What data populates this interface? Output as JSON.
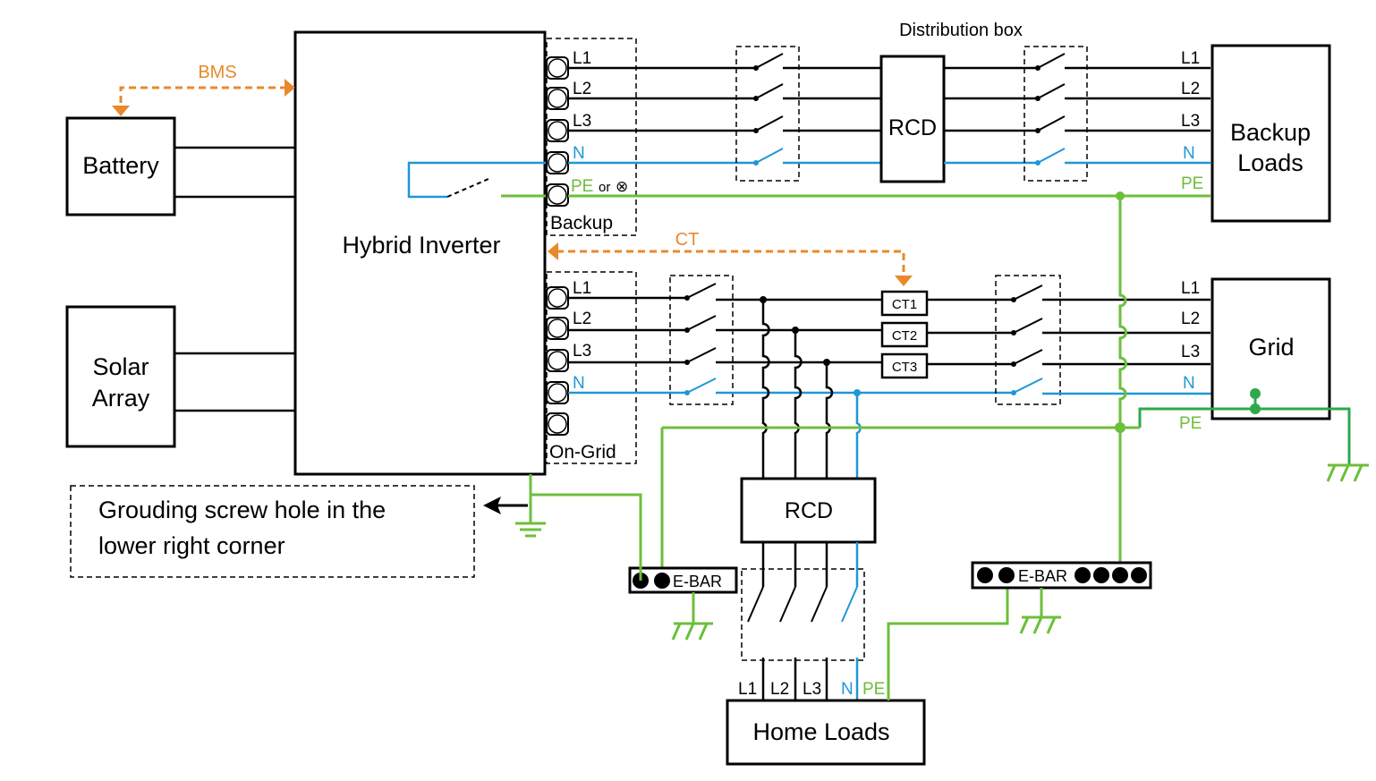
{
  "labels": {
    "battery": "Battery",
    "solar_1": "Solar",
    "solar_2": "Array",
    "inverter": "Hybrid Inverter",
    "bms": "BMS",
    "ct": "CT",
    "distribution_box": "Distribution box",
    "rcd_top": "RCD",
    "rcd_bottom": "RCD",
    "backup_loads_1": "Backup",
    "backup_loads_2": "Loads",
    "grid": "Grid",
    "home_loads": "Home Loads",
    "backup_port": "Backup",
    "ongrid_port": "On-Grid",
    "ground_note_1": "Grouding screw hole  in the",
    "ground_note_2": "lower right corner",
    "ebar_left": "E-BAR",
    "ebar_right": "E-BAR",
    "ct1": "CT1",
    "ct2": "CT2",
    "ct3": "CT3",
    "or_text": "or",
    "ground_symbol_alt": "⊗"
  },
  "backup_terminals": {
    "l1": "L1",
    "l2": "L2",
    "l3": "L3",
    "n": "N",
    "pe": "PE"
  },
  "ongrid_terminals": {
    "l1": "L1",
    "l2": "L2",
    "l3": "L3",
    "n": "N"
  },
  "backup_load_terminals": {
    "l1": "L1",
    "l2": "L2",
    "l3": "L3",
    "n": "N",
    "pe": "PE"
  },
  "grid_terminals": {
    "l1": "L1",
    "l2": "L2",
    "l3": "L3",
    "n": "N",
    "pe": "PE"
  },
  "home_terminals": {
    "l1": "L1",
    "l2": "L2",
    "l3": "L3",
    "n": "N",
    "pe": "PE"
  },
  "colors": {
    "phase": "#000000",
    "neutral": "#1f97d6",
    "protective_earth": "#6cbf3b",
    "signal": "#e8892c"
  }
}
